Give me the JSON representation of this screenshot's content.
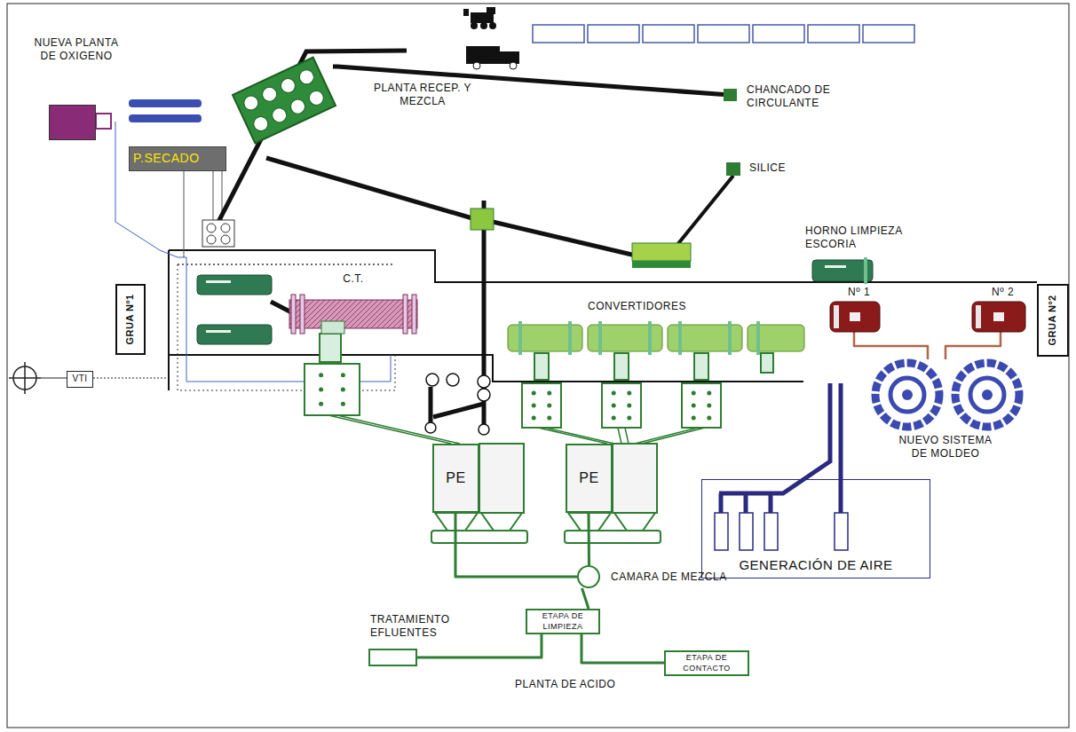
{
  "diagram": {
    "nodes": [
      {
        "text": [
          "NUEVA PLANTA DE OXIGENO"
        ]
      },
      {
        "text": [
          "PLANTA RECEP. Y MEZCLA"
        ]
      },
      {
        "text": [
          "CHANCADO DE CIRCULANTE"
        ]
      },
      {
        "text": [
          "P.SECADO"
        ]
      },
      {
        "text": [
          "SILICE"
        ]
      },
      {
        "text": [
          "HORNO LIMPIEZA ESCORIA"
        ]
      },
      {
        "text": [
          "GRUA Nº1"
        ]
      },
      {
        "text": [
          "C.T."
        ]
      },
      {
        "text": [
          "Nº 1"
        ]
      },
      {
        "text": [
          "Nº 2"
        ]
      },
      {
        "text": [
          "GRUA Nº2"
        ]
      },
      {
        "text": [
          "VTI"
        ]
      },
      {
        "text": [
          "NUEVO SISTEMA DE MOLDEO"
        ]
      },
      {
        "text": [
          "PE"
        ]
      },
      {
        "text": [
          "PE"
        ]
      },
      {
        "text": [
          "GENERACIÓN DE AIRE"
        ]
      },
      {
        "text": [
          "CAMARA DE MEZCLA"
        ]
      },
      {
        "text": [
          "TRATAMIENTO EFLUENTES"
        ]
      },
      {
        "text": [
          "ETAPA DE LIMPIEZA"
        ]
      },
      {
        "text": [
          "ETAPA DE CONTACTO"
        ]
      }
    ],
    "edges": [
      {
        "from": 1,
        "to": 2,
        "arrow": "none"
      },
      {
        "from": 8,
        "to": 12,
        "arrow": "none"
      },
      {
        "from": 9,
        "to": 12,
        "arrow": "none"
      },
      {
        "from": 13,
        "to": 16,
        "arrow": "none"
      },
      {
        "from": 14,
        "to": 16,
        "arrow": "none"
      },
      {
        "from": 16,
        "to": 18,
        "arrow": "none"
      },
      {
        "from": 18,
        "to": 17,
        "arrow": "none"
      },
      {
        "from": 18,
        "to": 19,
        "arrow": "none"
      }
    ],
    "labels": [
      "CONVERTIDORES",
      "PLANTA DE ACIDO"
    ]
  }
}
